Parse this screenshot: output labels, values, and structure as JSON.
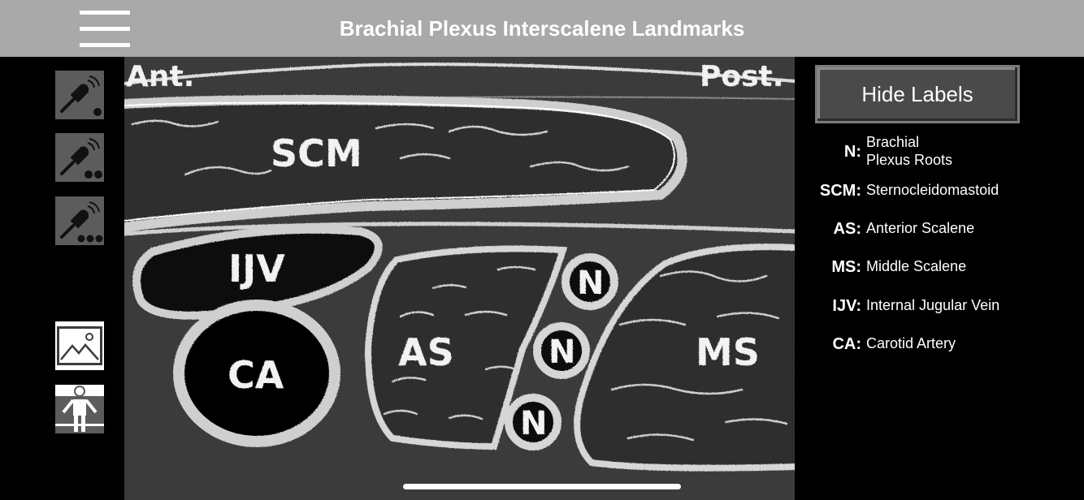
{
  "header": {
    "title": "Brachial Plexus Interscalene Landmarks",
    "menu_icon": "hamburger-menu-icon"
  },
  "sidebar": {
    "buttons": [
      {
        "name": "probe-single-dot-button",
        "icon": "ultrasound-probe-one-dot-icon"
      },
      {
        "name": "probe-two-dots-button",
        "icon": "ultrasound-probe-two-dots-icon"
      },
      {
        "name": "probe-three-dots-button",
        "icon": "ultrasound-probe-three-dots-icon"
      },
      {
        "name": "image-view-button",
        "icon": "image-icon"
      },
      {
        "name": "body-position-button",
        "icon": "person-icon"
      }
    ]
  },
  "diagram": {
    "corner_left": "Ant.",
    "corner_right": "Post.",
    "labels": {
      "scm": "SCM",
      "ijv": "IJV",
      "ca": "CA",
      "as": "AS",
      "ms": "MS",
      "n": "N"
    }
  },
  "panel": {
    "hide_button": "Hide Labels",
    "legend": [
      {
        "abbr": "N:",
        "desc_line1": "Brachial",
        "desc_line2": "Plexus Roots"
      },
      {
        "abbr": "SCM:",
        "desc_line1": "Sternocleidomastoid"
      },
      {
        "abbr": "AS:",
        "desc_line1": "Anterior Scalene"
      },
      {
        "abbr": "MS:",
        "desc_line1": "Middle Scalene"
      },
      {
        "abbr": "IJV:",
        "desc_line1": "Internal Jugular Vein"
      },
      {
        "abbr": "CA:",
        "desc_line1": "Carotid Artery"
      }
    ]
  },
  "colors": {
    "header": "#a9a9a9",
    "background": "#000000",
    "chalkboard": "#3a3a3a",
    "chalk": "#e6e6e6"
  }
}
